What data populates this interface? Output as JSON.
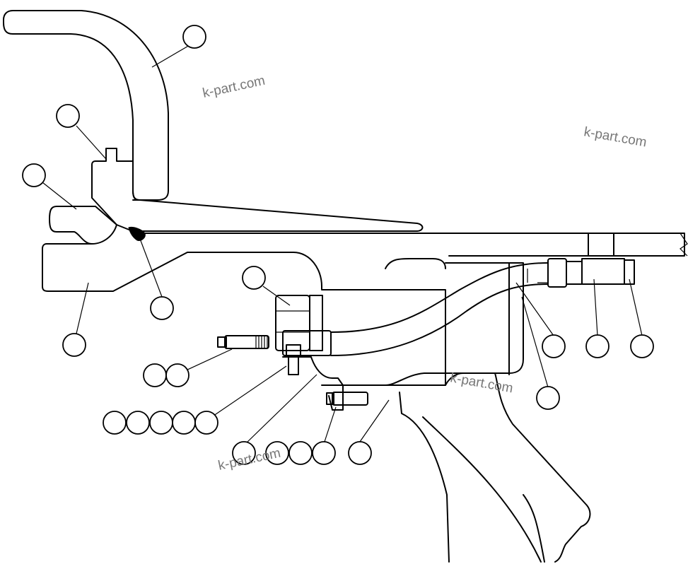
{
  "watermark": {
    "text_1": "k-part.com",
    "text_2": "k-part.com",
    "text_3": "k-part.com",
    "text_4": "k-part.com",
    "color": "#777777"
  },
  "colors": {
    "line": "#000000",
    "background": "#ffffff"
  }
}
